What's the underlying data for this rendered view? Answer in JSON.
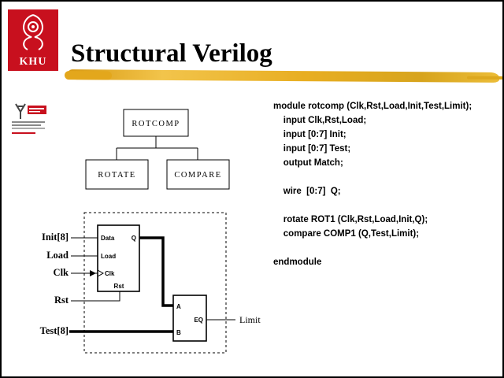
{
  "slide": {
    "title": "Structural Verilog",
    "logo_text": "KHU"
  },
  "hierarchy": {
    "root": "ROTCOMP",
    "children": [
      "ROTATE",
      "COMPARE"
    ]
  },
  "schematic": {
    "inputs": {
      "init": "Init[8]",
      "load": "Load",
      "clk": "Clk",
      "rst": "Rst",
      "test": "Test[8]"
    },
    "output": "Limit",
    "register_pins": {
      "data": "Data",
      "load": "Load",
      "clk": "Clk",
      "rst": "Rst",
      "q": "Q"
    },
    "comparator_pins": {
      "a": "A",
      "b": "B",
      "eq": "EQ"
    }
  },
  "code": {
    "lines": [
      "module rotcomp (Clk,Rst,Load,Init,Test,Limit);",
      "    input Clk,Rst,Load;",
      "    input [0:7] Init;",
      "    input [0:7] Test;",
      "    output Match;",
      "",
      "    wire  [0:7]  Q;",
      "",
      "    rotate ROT1 (Clk,Rst,Load,Init,Q);",
      "    compare COMP1 (Q,Test,Limit);",
      "",
      "endmodule"
    ]
  },
  "colors": {
    "gold": "#E2A91F",
    "logo_red": "#C8101E",
    "ink": "#000000"
  }
}
